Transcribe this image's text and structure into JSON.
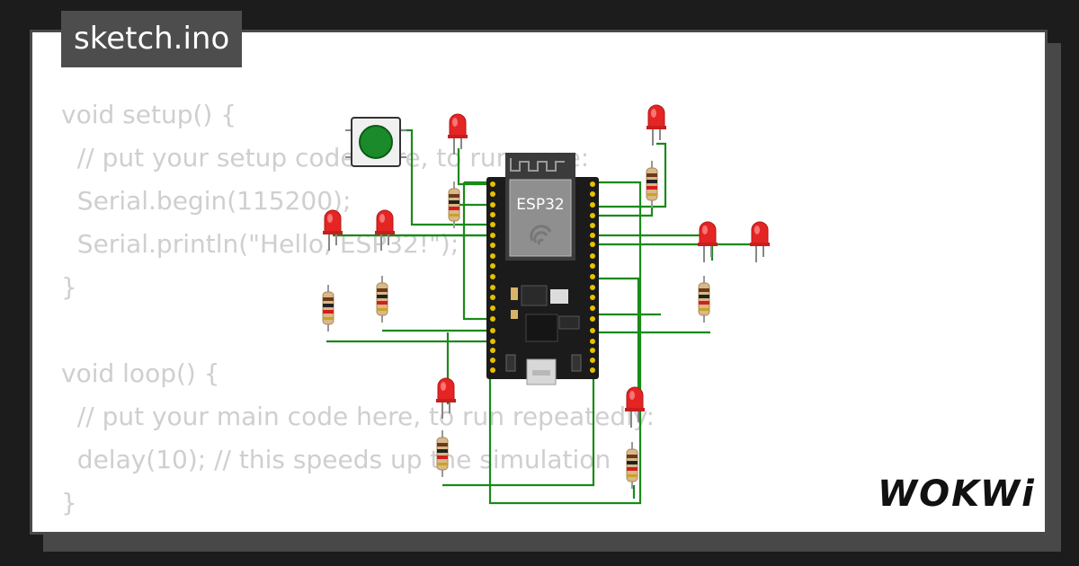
{
  "file_tab": {
    "label": "sketch.ino"
  },
  "code_lines": [
    "void setup() {",
    "  // put your setup code here, to run once:",
    "  Serial.begin(115200);",
    "  Serial.println(\"Hello, ESP32!\");",
    "}",
    "",
    "void loop() {",
    "  // put your main code here, to run repeatedly:",
    "  delay(10); // this speeds up the simulation",
    "}"
  ],
  "board": {
    "label": "ESP32"
  },
  "logo": {
    "label": "WOKWi"
  },
  "colors": {
    "wire": "#1a8a1a",
    "led": "#e52424",
    "button_cap": "#1a8a2a",
    "board": "#1b1b1b",
    "code_text": "#cfcfcf"
  }
}
